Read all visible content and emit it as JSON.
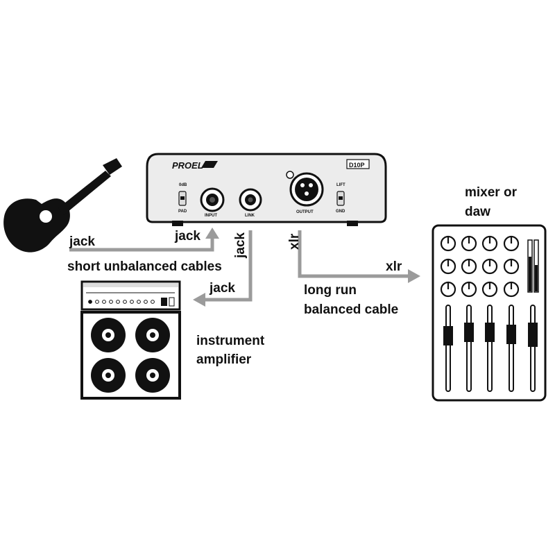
{
  "device": {
    "brand": "PROEL",
    "model": "D10P",
    "pad_top": "0dB",
    "pad_bottom": "PAD",
    "input_label": "INPUT",
    "link_label": "LINK",
    "output_label": "OUTPUT",
    "lift_top": "LIFT",
    "lift_bottom": "GND"
  },
  "labels": {
    "jack_guitar": "jack",
    "jack_input": "jack",
    "short_cables": "short unbalanced cables",
    "jack_link_vertical": "jack",
    "jack_amp": "jack",
    "xlr_vertical": "xlr",
    "xlr_mixer": "xlr",
    "long_run_1": "long run",
    "long_run_2": "balanced cable",
    "instrument_1": "instrument",
    "instrument_2": "amplifier",
    "mixer_1": "mixer or",
    "mixer_2": "daw"
  },
  "colors": {
    "cable": "#9b9b9b",
    "ink": "#111111",
    "panel": "#e9e9e9"
  }
}
